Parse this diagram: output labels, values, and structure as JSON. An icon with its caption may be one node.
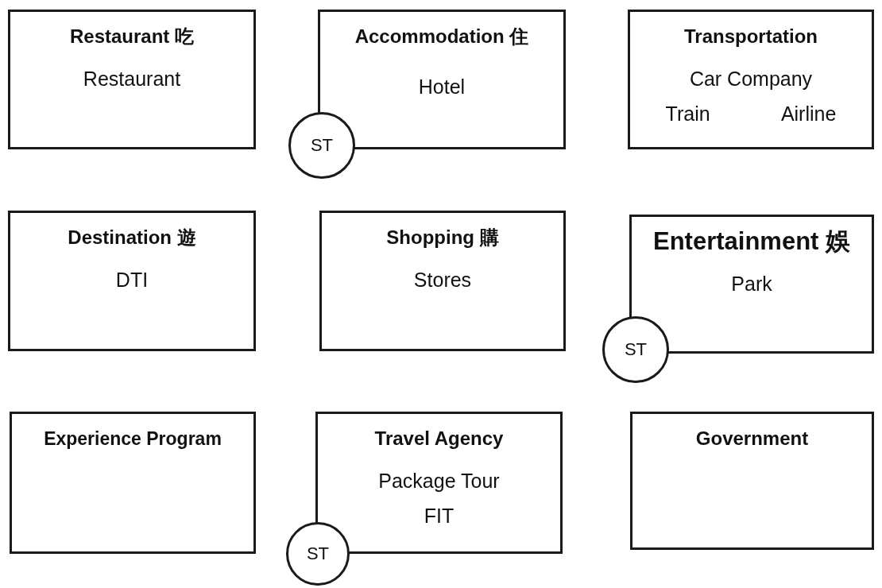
{
  "diagram": {
    "nodes": [
      {
        "text": [
          "Restaurant 吃",
          "Restaurant"
        ]
      },
      {
        "text": [
          "Accommodation 住",
          "Hotel"
        ]
      },
      {
        "text": [
          "Transportation",
          "Car Company",
          "Train",
          "Airline"
        ]
      },
      {
        "text": [
          "ST"
        ]
      },
      {
        "text": [
          "Destination 遊",
          "DTI"
        ]
      },
      {
        "text": [
          "Shopping 購",
          "Stores"
        ]
      },
      {
        "text": [
          "Entertainment 娛",
          "Park"
        ]
      },
      {
        "text": [
          "ST"
        ]
      },
      {
        "text": [
          "Experience Program"
        ]
      },
      {
        "text": [
          "Travel Agency",
          "Package Tour",
          "FIT"
        ]
      },
      {
        "text": [
          "Government"
        ]
      },
      {
        "text": [
          "ST"
        ]
      }
    ],
    "edges": []
  }
}
